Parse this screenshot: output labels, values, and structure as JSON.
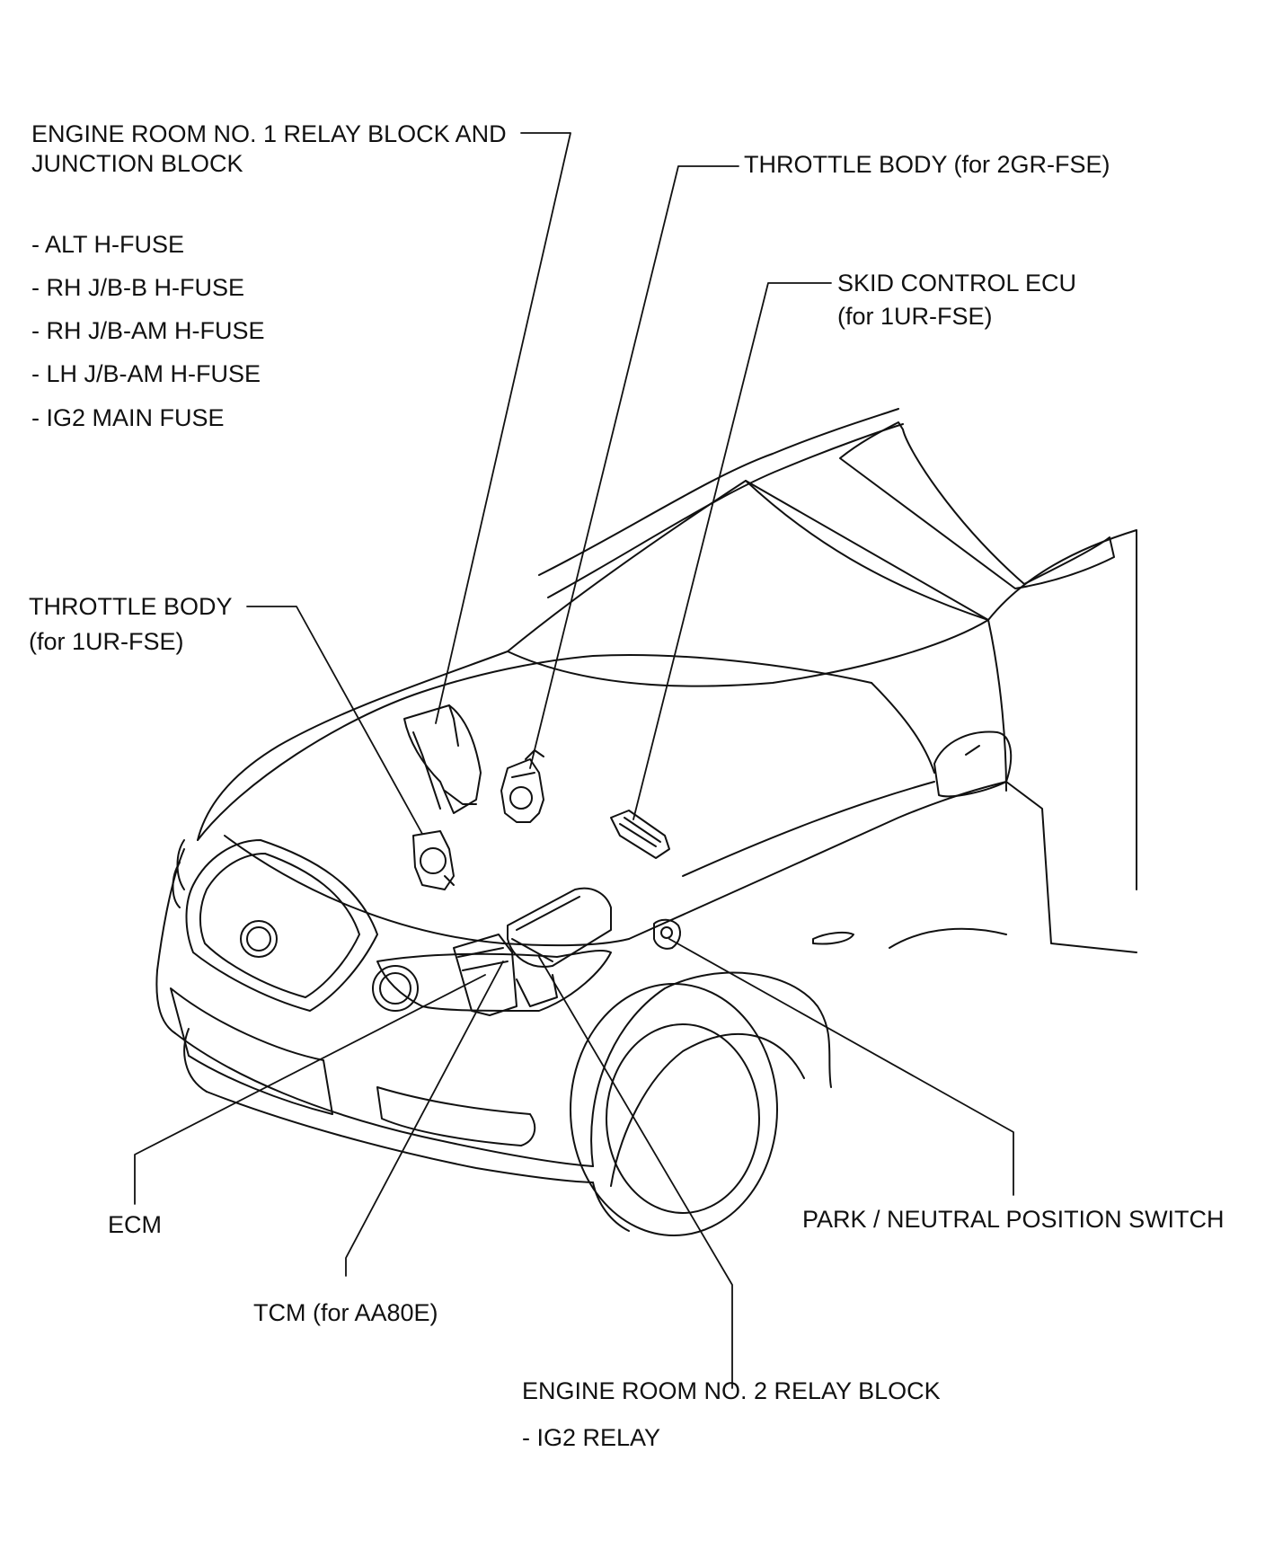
{
  "diagram": {
    "labels": {
      "relay_block_1": {
        "line1": "ENGINE ROOM NO. 1 RELAY BLOCK AND",
        "line2": "JUNCTION BLOCK",
        "items": [
          "- ALT H-FUSE",
          "- RH J/B-B H-FUSE",
          "- RH J/B-AM H-FUSE",
          "- LH J/B-AM H-FUSE",
          "- IG2 MAIN FUSE"
        ]
      },
      "throttle_body_2gr": "THROTTLE BODY (for 2GR-FSE)",
      "skid_control_ecu": {
        "line1": "SKID CONTROL ECU",
        "line2": "(for 1UR-FSE)"
      },
      "throttle_body_1ur": {
        "line1": "THROTTLE BODY",
        "line2": "(for 1UR-FSE)"
      },
      "ecm": "ECM",
      "tcm": "TCM (for AA80E)",
      "park_neutral_switch": "PARK / NEUTRAL POSITION SWITCH",
      "relay_block_2": {
        "line1": "ENGINE ROOM NO.  2 RELAY BLOCK",
        "item": "- IG2 RELAY"
      }
    },
    "line_color": "#111111"
  }
}
